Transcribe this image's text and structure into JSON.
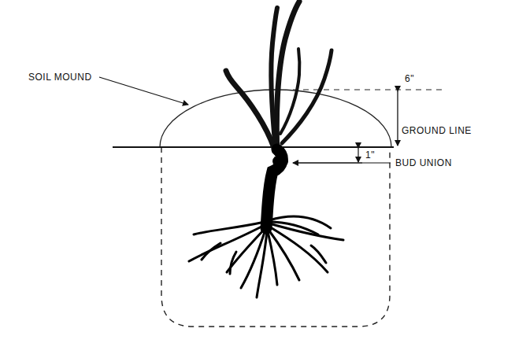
{
  "diagram": {
    "labels": [
      "SOIL MOUND",
      "6\"",
      "GROUND LINE",
      "1\"",
      "BUD UNION"
    ]
  }
}
